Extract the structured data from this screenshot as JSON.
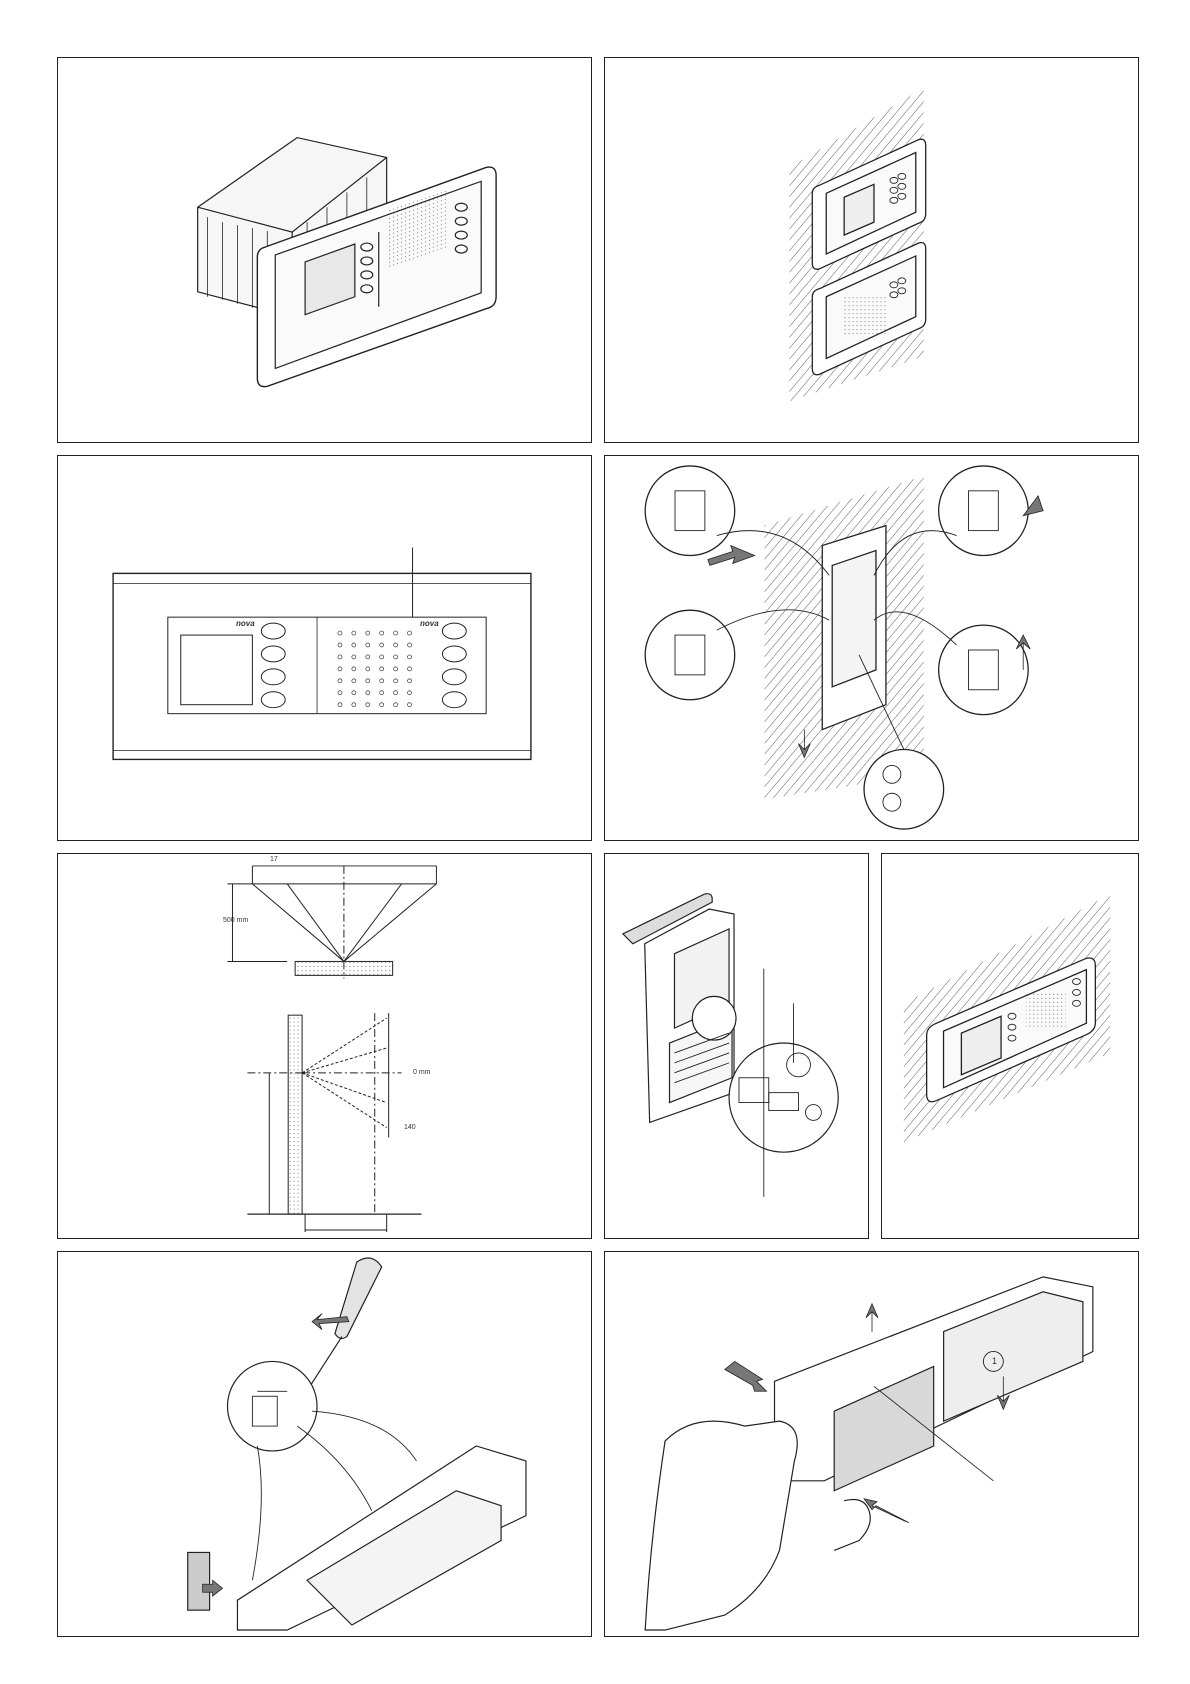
{
  "panels": [
    {
      "id": "p1"
    },
    {
      "id": "p2"
    },
    {
      "id": "p3"
    },
    {
      "id": "p4"
    },
    {
      "id": "p5"
    },
    {
      "id": "p6"
    },
    {
      "id": "p7"
    },
    {
      "id": "p8"
    },
    {
      "id": "p9"
    }
  ],
  "labels": {
    "brand_left": "nova",
    "brand_right": "nova",
    "dim_17": "17",
    "dim_500": "500 mm",
    "dim_0": "0 mm",
    "dim_140": "140",
    "step_1": "1"
  }
}
